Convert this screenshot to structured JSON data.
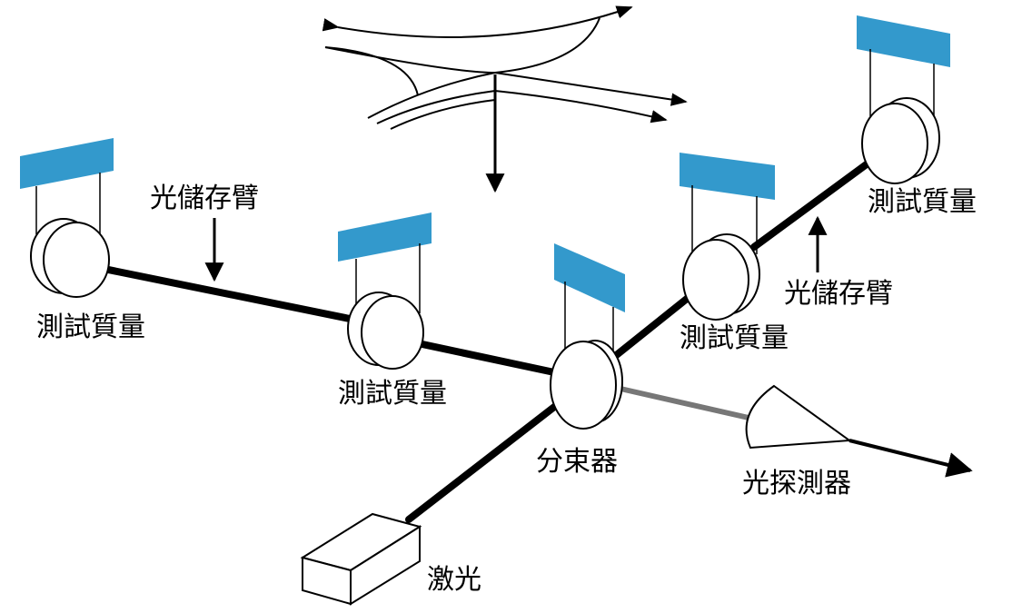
{
  "labels": {
    "test_mass": "測試質量",
    "light_storage_arm": "光儲存臂",
    "beam_splitter": "分束器",
    "photodetector": "光探測器",
    "laser": "激光"
  },
  "colors": {
    "mirror_support": "#3399cc",
    "beam": "#000000",
    "output_beam": "#777777"
  }
}
